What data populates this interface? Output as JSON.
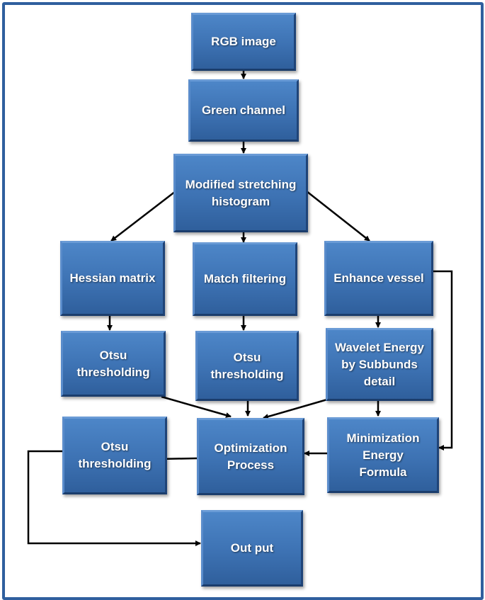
{
  "nodes": {
    "rgb": "RGB image",
    "green": "Green channel",
    "stretch": "Modified stretching\nhistogram",
    "hessian": "Hessian matrix",
    "match": "Match filtering",
    "enhance": "Enhance vessel",
    "otsu1": "Otsu\nthresholding",
    "otsu2": "Otsu\nthresholding",
    "wavelet": "Wavelet Energy\nby Subbunds\ndetail",
    "minim": "Minimization\nEnergy\nFormula",
    "optim": "Optimization\nProcess",
    "otsu3": "Otsu\nthresholding",
    "output": "Out put"
  },
  "colors": {
    "frame": "#2f5f9e",
    "node": "#3d72b3",
    "edge": "#000000"
  }
}
